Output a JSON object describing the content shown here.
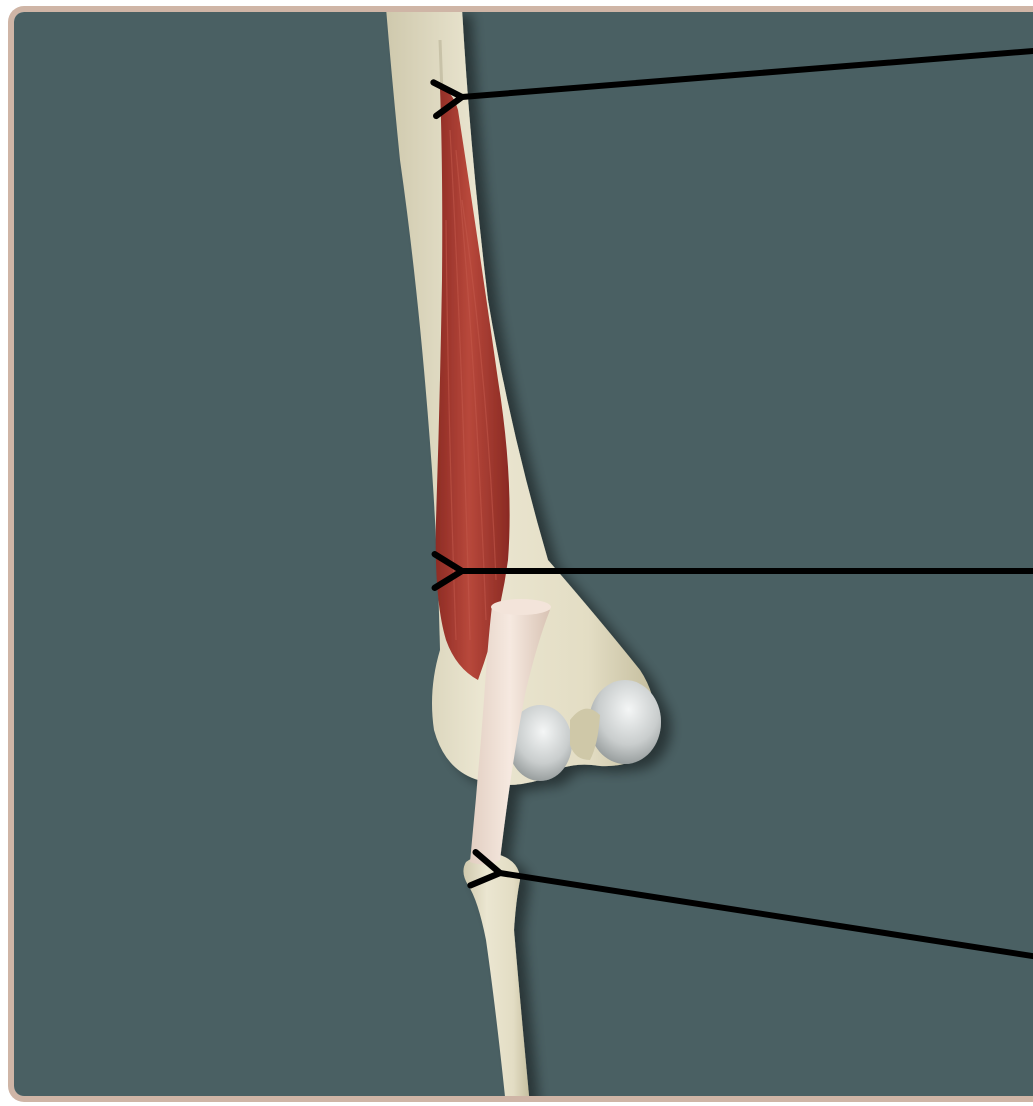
{
  "diagram": {
    "type": "anatomical-illustration",
    "structures": [
      "humerus-bone",
      "anconeus-muscle",
      "tendon",
      "humerus-condyles",
      "radius-bone"
    ],
    "labels": [],
    "pointer_count": 3
  },
  "colors": {
    "frame_border": "#cfb5a6",
    "background": "#4a6063",
    "bone": "#e6e0c9",
    "muscle": "#a8362f",
    "cartilage": "#d9dcdc",
    "arrow": "#000000"
  }
}
